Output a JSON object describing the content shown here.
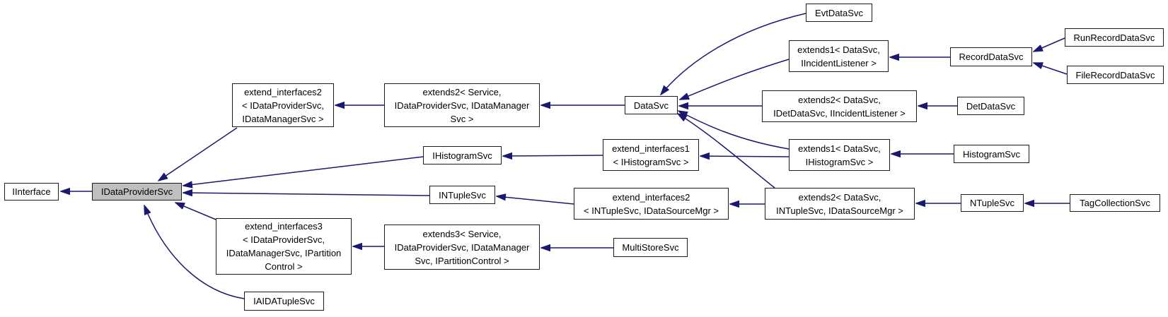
{
  "diagram": {
    "type": "class-inheritance-graph",
    "highlighted_node": "IDataProviderSvc",
    "colors": {
      "edge": "#191970",
      "node_border": "#1c1c1c",
      "node_fill": "#ffffff",
      "highlight_fill": "#bfbfbf"
    },
    "nodes": [
      {
        "id": "IInterface",
        "label": "IInterface"
      },
      {
        "id": "IDataProviderSvc",
        "label": "IDataProviderSvc"
      },
      {
        "id": "extend_interfaces2_provider",
        "label": "extend_interfaces2\n< IDataProviderSvc,\nIDataManagerSvc >"
      },
      {
        "id": "extends2_service_provider",
        "label": "extends2< Service,\nIDataProviderSvc, IDataManager\nSvc >"
      },
      {
        "id": "DataSvc",
        "label": "DataSvc"
      },
      {
        "id": "EvtDataSvc",
        "label": "EvtDataSvc"
      },
      {
        "id": "extends1_incident",
        "label": "extends1< DataSvc,\nIIncidentListener >"
      },
      {
        "id": "RecordDataSvc",
        "label": "RecordDataSvc"
      },
      {
        "id": "RunRecordDataSvc",
        "label": "RunRecordDataSvc"
      },
      {
        "id": "FileRecordDataSvc",
        "label": "FileRecordDataSvc"
      },
      {
        "id": "extends2_det",
        "label": "extends2< DataSvc,\nIDetDataSvc, IIncidentListener >"
      },
      {
        "id": "DetDataSvc",
        "label": "DetDataSvc"
      },
      {
        "id": "IHistogramSvc",
        "label": "IHistogramSvc"
      },
      {
        "id": "extend_interfaces1_histogram",
        "label": "extend_interfaces1\n< IHistogramSvc >"
      },
      {
        "id": "extends1_histogram",
        "label": "extends1< DataSvc,\nIHistogramSvc >"
      },
      {
        "id": "HistogramSvc",
        "label": "HistogramSvc"
      },
      {
        "id": "INTupleSvc",
        "label": "INTupleSvc"
      },
      {
        "id": "extend_interfaces2_ntuple",
        "label": "extend_interfaces2\n< INTupleSvc, IDataSourceMgr >"
      },
      {
        "id": "extends2_ntuple",
        "label": "extends2< DataSvc,\nINTupleSvc, IDataSourceMgr >"
      },
      {
        "id": "NTupleSvc",
        "label": "NTupleSvc"
      },
      {
        "id": "TagCollectionSvc",
        "label": "TagCollectionSvc"
      },
      {
        "id": "extend_interfaces3",
        "label": "extend_interfaces3\n< IDataProviderSvc,\nIDataManagerSvc, IPartition\nControl >"
      },
      {
        "id": "extends3_service",
        "label": "extends3< Service,\nIDataProviderSvc, IDataManager\nSvc, IPartitionControl >"
      },
      {
        "id": "MultiStoreSvc",
        "label": "MultiStoreSvc"
      },
      {
        "id": "IAIDATupleSvc",
        "label": "IAIDATupleSvc"
      }
    ],
    "edges": [
      {
        "from": "IDataProviderSvc",
        "to": "IInterface"
      },
      {
        "from": "extend_interfaces2_provider",
        "to": "IDataProviderSvc"
      },
      {
        "from": "extends2_service_provider",
        "to": "extend_interfaces2_provider"
      },
      {
        "from": "DataSvc",
        "to": "extends2_service_provider"
      },
      {
        "from": "EvtDataSvc",
        "to": "DataSvc"
      },
      {
        "from": "extends1_incident",
        "to": "DataSvc"
      },
      {
        "from": "RecordDataSvc",
        "to": "extends1_incident"
      },
      {
        "from": "RunRecordDataSvc",
        "to": "RecordDataSvc"
      },
      {
        "from": "FileRecordDataSvc",
        "to": "RecordDataSvc"
      },
      {
        "from": "extends2_det",
        "to": "DataSvc"
      },
      {
        "from": "DetDataSvc",
        "to": "extends2_det"
      },
      {
        "from": "extends1_histogram",
        "to": "DataSvc"
      },
      {
        "from": "extends1_histogram",
        "to": "extend_interfaces1_histogram"
      },
      {
        "from": "extend_interfaces1_histogram",
        "to": "IHistogramSvc"
      },
      {
        "from": "IHistogramSvc",
        "to": "IDataProviderSvc"
      },
      {
        "from": "HistogramSvc",
        "to": "extends1_histogram"
      },
      {
        "from": "extends2_ntuple",
        "to": "DataSvc"
      },
      {
        "from": "extends2_ntuple",
        "to": "extend_interfaces2_ntuple"
      },
      {
        "from": "extend_interfaces2_ntuple",
        "to": "INTupleSvc"
      },
      {
        "from": "INTupleSvc",
        "to": "IDataProviderSvc"
      },
      {
        "from": "NTupleSvc",
        "to": "extends2_ntuple"
      },
      {
        "from": "TagCollectionSvc",
        "to": "NTupleSvc"
      },
      {
        "from": "extend_interfaces3",
        "to": "IDataProviderSvc"
      },
      {
        "from": "extends3_service",
        "to": "extend_interfaces3"
      },
      {
        "from": "MultiStoreSvc",
        "to": "extends3_service"
      },
      {
        "from": "IAIDATupleSvc",
        "to": "IDataProviderSvc"
      }
    ]
  }
}
